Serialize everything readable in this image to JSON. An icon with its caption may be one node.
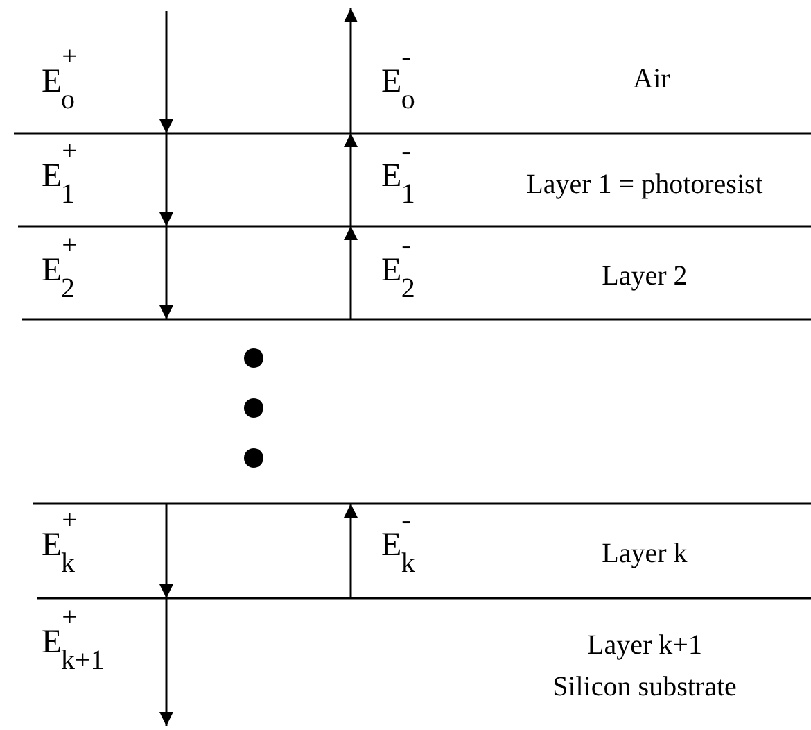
{
  "diagram": {
    "labels": [
      "E$^{+}$$_{o}$",
      "E$^{-}$$_{o}$",
      "Air",
      "E$^{+}$$_{1}$",
      "E$^{-}$$_{1}$",
      "Layer 1 = photoresist",
      "E$^{+}$$_{2}$",
      "E$^{-}$$_{2}$",
      "Layer 2",
      "E$^{+}$$_{k}$",
      "E$^{-}$$_{k}$",
      "Layer k",
      "E$^{+}$$_{k+1}$",
      "Layer k+1 Silicon substrate"
    ]
  }
}
